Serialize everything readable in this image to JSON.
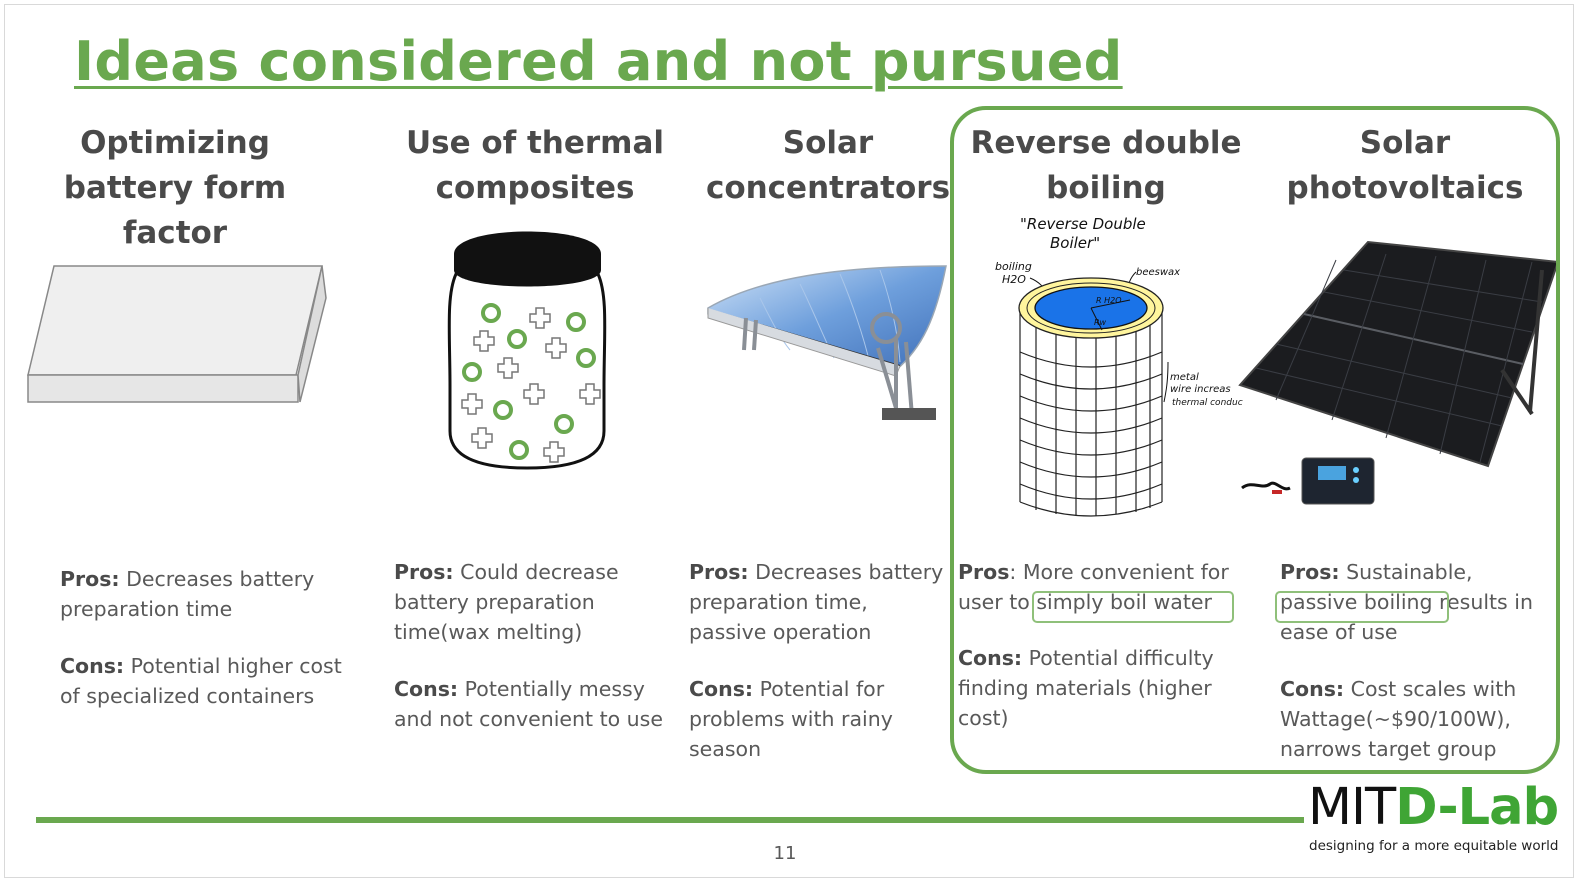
{
  "slide": {
    "title": "Ideas considered and not pursued",
    "page_number": "11"
  },
  "columns": [
    {
      "heading": [
        "Optimizing",
        "battery form",
        "factor"
      ],
      "pros_label": "Pros:",
      "pros_text": " Decreases battery preparation time",
      "cons_label": "Cons:",
      "cons_text": " Potential higher cost of specialized containers"
    },
    {
      "heading": [
        "Use of thermal",
        "composites"
      ],
      "pros_label": "Pros:",
      "pros_text": " Could decrease battery preparation time(wax melting)",
      "cons_label": "Cons:",
      "cons_text": " Potentially messy and not convenient to use"
    },
    {
      "heading": [
        "Solar",
        "concentrators"
      ],
      "pros_label": "Pros:",
      "pros_text": " Decreases battery preparation time, passive operation",
      "cons_label": "Cons:",
      "cons_text": " Potential for problems with rainy season"
    },
    {
      "heading": [
        "Reverse double",
        "boiling"
      ],
      "pros_label": "Pros",
      "pros_text": ": More convenient for user to simply boil water",
      "cons_label": "Cons:",
      "cons_text": " Potential difficulty finding materials (higher cost)"
    },
    {
      "heading": [
        "Solar",
        "photovoltaics"
      ],
      "pros_label": "Pros:",
      "pros_text": "  Sustainable, passive boiling results in ease of use",
      "cons_label": "Cons:",
      "cons_text": " Cost scales with Wattage(~$90/100W), narrows target group"
    }
  ],
  "sketch": {
    "title_line1": "\"Reverse Double",
    "title_line2": "Boiler\"",
    "label_boiling": "boiling",
    "label_h2o": "H2O",
    "label_beeswax": "beeswax",
    "label_rh2o": "R H2O",
    "label_rw": "Rw",
    "label_metal_1": "metal",
    "label_metal_2": "wire increas",
    "label_metal_3": "thermal conduc"
  },
  "logo": {
    "mit": "MIT",
    "dlab": "D-Lab",
    "tagline": "designing for a more equitable world"
  },
  "colors": {
    "accent_green": "#6aa84f",
    "highlight_green": "#8fc07a",
    "heading_text": "#4a4a4a",
    "body_text": "#595959",
    "sketch_blue": "#1a73e8",
    "sketch_yellow": "#fff59d"
  }
}
